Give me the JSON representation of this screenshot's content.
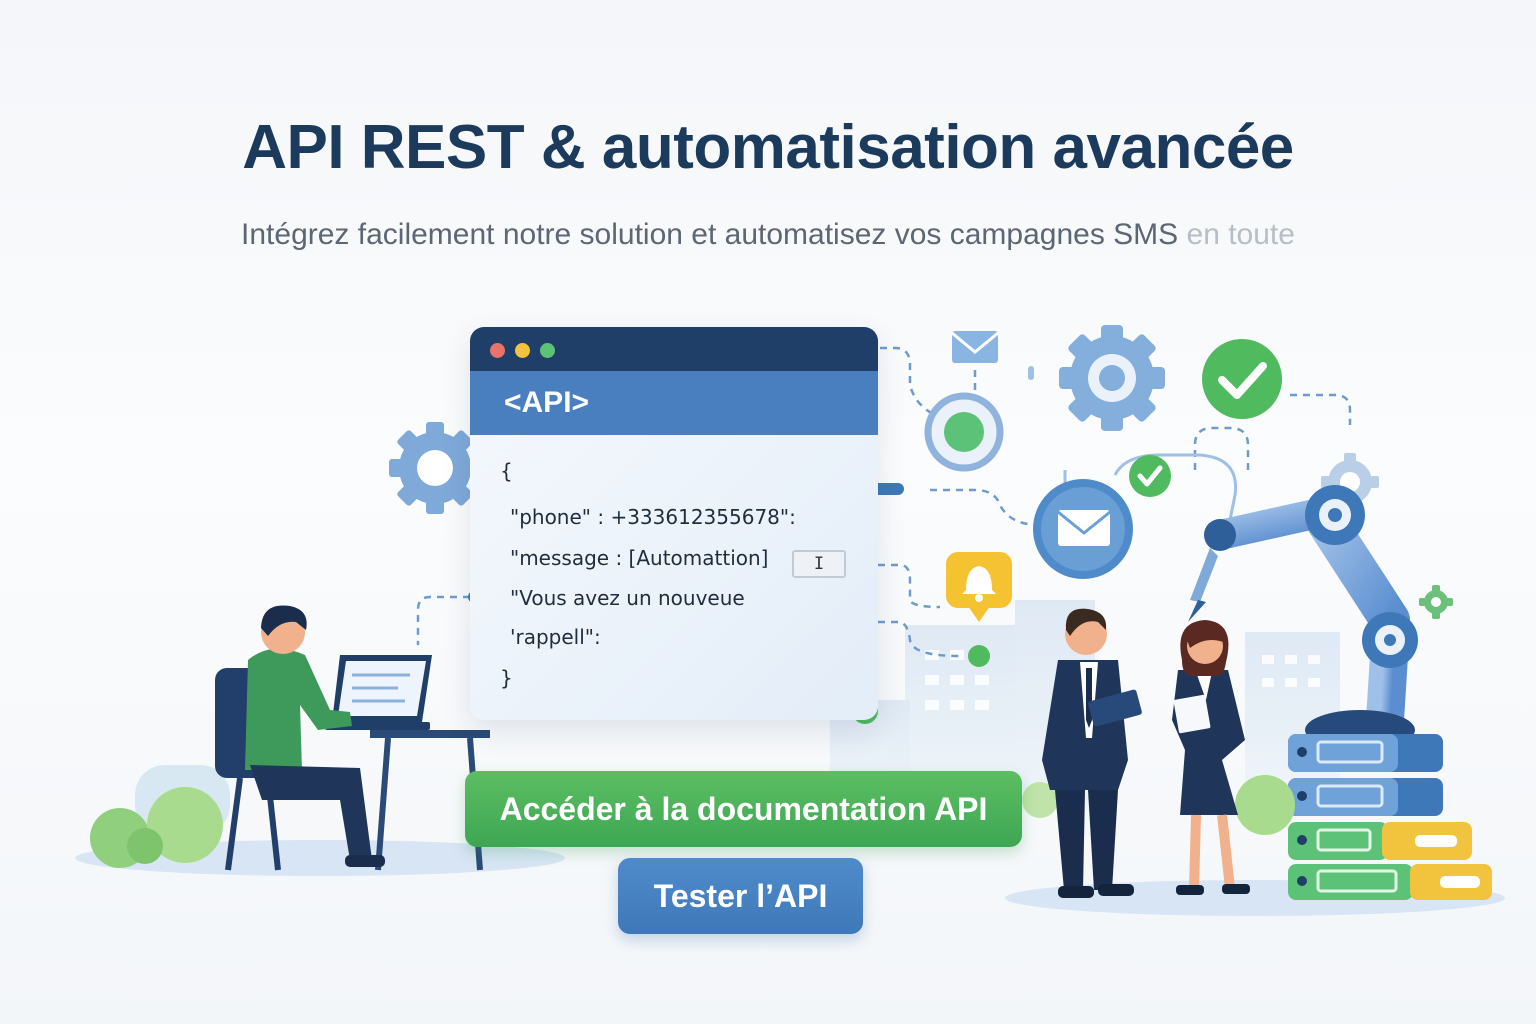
{
  "hero": {
    "title": "API REST & automatisation avancée",
    "subtitle_main": "Intégrez facilement notre solution et automatisez vos campagnes SMS",
    "subtitle_fade": " en toute"
  },
  "api_window": {
    "header": "<API>",
    "cursor_glyph": "I",
    "code_lines": [
      "{",
      "\"phone\" :  +333612355678\":",
      "\"message :  [Automattion]",
      "\"Vous avez un nouveue",
      "'rappell\":",
      "}"
    ]
  },
  "actions": {
    "doc_button": "Accéder à la documentation API",
    "test_button": "Tester l’API"
  },
  "colors": {
    "title": "#1b3a5c",
    "primary_green": "#4cb45a",
    "primary_blue": "#4a7fbf",
    "window_dark": "#1f3f68"
  },
  "icons": [
    "gear-icon",
    "mail-icon",
    "check-icon",
    "bell-icon",
    "robot-arm-icon",
    "server-stack-icon",
    "laptop-icon"
  ]
}
